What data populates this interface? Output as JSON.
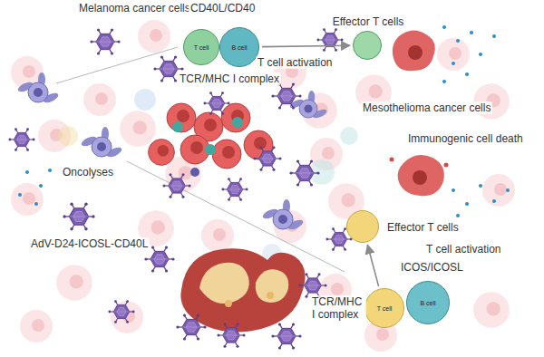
{
  "diagram": {
    "nodes": [
      {
        "text": [
          "T cell"
        ]
      },
      {
        "text": [
          "B cell"
        ]
      },
      {
        "text": [
          "Effector T cells"
        ]
      },
      {
        "text": [
          "T cell"
        ]
      },
      {
        "text": [
          "B cell"
        ]
      },
      {
        "text": [
          "Effector T cells"
        ]
      }
    ],
    "edges": [
      {
        "from": 1,
        "to": 2,
        "arrow": "to"
      },
      {
        "from": 3,
        "to": 5,
        "arrow": "to"
      }
    ],
    "labels": [
      "Melanoma cancer cells",
      "CD40L/CD40",
      "TCR/MHC I complex",
      "T cell activation",
      "Mesothelioma cancer cells",
      "Immunogenic cell death",
      "Oncolyses",
      "AdV-D24-ICOSL-CD40L",
      "T cell activation",
      "ICOS/ICOSL",
      "TCR/MHC I complex"
    ]
  }
}
